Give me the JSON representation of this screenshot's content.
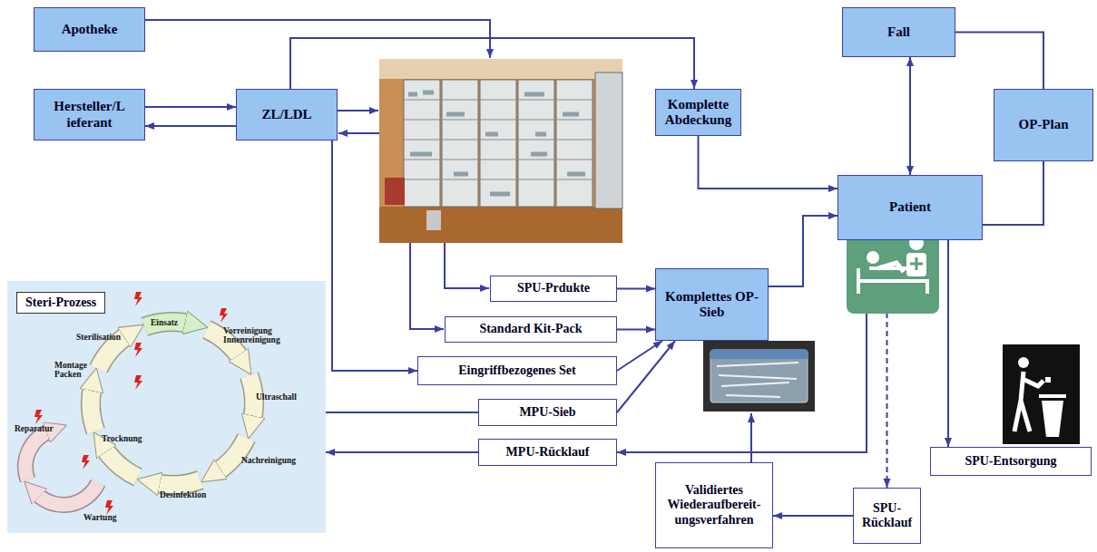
{
  "diagram": {
    "nodes": [
      {
        "text": [
          "Apotheke"
        ]
      },
      {
        "text": [
          "Hersteller/L ieferant"
        ]
      },
      {
        "text": [
          "ZL/LDL"
        ]
      },
      {
        "text": [
          "Komplette Abdeckung"
        ]
      },
      {
        "text": [
          "Fall"
        ]
      },
      {
        "text": [
          "OP-Plan"
        ]
      },
      {
        "text": [
          "Patient"
        ]
      },
      {
        "text": [
          "SPU-Prdukte"
        ]
      },
      {
        "text": [
          "Standard Kit-Pack"
        ]
      },
      {
        "text": [
          "Eingriffbezogenes Set"
        ]
      },
      {
        "text": [
          "Komplettes OP-Sieb"
        ]
      },
      {
        "text": [
          "MPU-Sieb"
        ]
      },
      {
        "text": [
          "MPU-Rücklauf"
        ]
      },
      {
        "text": [
          "Steri-Prozess"
        ]
      },
      {
        "text": [
          "Validiertes Wiederaufbereit- ungsverfahren"
        ]
      },
      {
        "text": [
          "SPU- Rücklauf"
        ]
      },
      {
        "text": [
          "SPU-Entsorgung"
        ]
      }
    ],
    "edges": [
      {
        "from": 1,
        "to": 2,
        "arrow": "to"
      },
      {
        "from": 2,
        "to": 1,
        "arrow": "to"
      },
      {
        "from": 2,
        "to": 3,
        "arrow": "to"
      },
      {
        "from": 2,
        "to": 9,
        "arrow": "to"
      },
      {
        "from": 7,
        "to": 10,
        "arrow": "to"
      },
      {
        "from": 8,
        "to": 10,
        "arrow": "to"
      },
      {
        "from": 9,
        "to": 10,
        "arrow": "to"
      },
      {
        "from": 11,
        "to": 10,
        "arrow": "to"
      },
      {
        "from": 3,
        "to": 6,
        "arrow": "to"
      },
      {
        "from": 10,
        "to": 6,
        "arrow": "to"
      },
      {
        "from": 4,
        "to": 6,
        "arrow": "both"
      },
      {
        "from": 4,
        "to": 5,
        "arrow": "none"
      },
      {
        "from": 5,
        "to": 6,
        "arrow": "none"
      },
      {
        "from": 6,
        "to": 16,
        "arrow": "to"
      },
      {
        "from": 6,
        "to": 12,
        "arrow": "to"
      },
      {
        "from": 6,
        "to": 15,
        "arrow": "to"
      },
      {
        "from": 15,
        "to": 14,
        "arrow": "to"
      },
      {
        "from": 12,
        "to": 13,
        "arrow": "to"
      },
      {
        "from": 13,
        "to": 11,
        "arrow": "none"
      }
    ],
    "labels": [
      "Einsatz",
      "Vorreinigung Innenreinigung",
      "Ultraschall",
      "Nachreinigung",
      "Desinfektion",
      "Trocknung",
      "Wartung",
      "Reparatur",
      "Montage Packen",
      "Sterilisation"
    ]
  }
}
